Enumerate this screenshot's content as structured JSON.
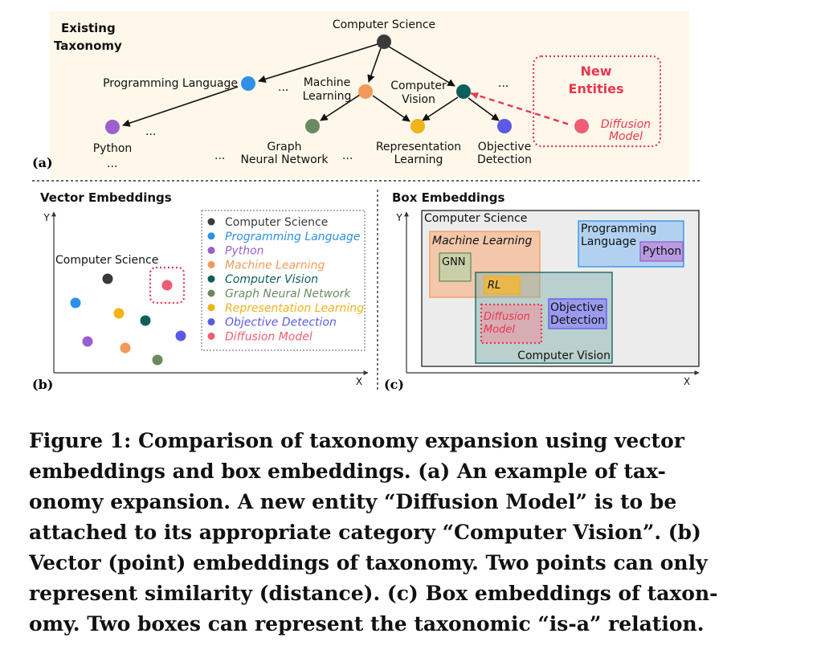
{
  "panel_a": {
    "letter": "(a)",
    "heading_line1": "Existing",
    "heading_line2": "Taxonomy",
    "new_entities_line1": "New",
    "new_entities_line2": "Entities",
    "ellipsis": "...",
    "nodes": {
      "cs": "Computer Science",
      "pl": "Programming Language",
      "ml_line1": "Machine",
      "ml_line2": "Learning",
      "cv_line1": "Computer",
      "cv_line2": "Vision",
      "python": "Python",
      "gnn_line1": "Graph",
      "gnn_line2": "Neural Network",
      "rl_line1": "Representation",
      "rl_line2": "Learning",
      "od_line1": "Objective",
      "od_line2": "Detection",
      "dm_line1": "Diffusion",
      "dm_line2": "Model"
    }
  },
  "panel_b": {
    "letter": "(b)",
    "title": "Vector Embeddings",
    "x_axis": "X",
    "y_axis": "Y",
    "point_label": "Computer Science",
    "legend": [
      {
        "label": "Computer Science",
        "color": "#3a3a3a"
      },
      {
        "label": "Programming Language",
        "color": "#2e8fe6"
      },
      {
        "label": "Python",
        "color": "#9b5fcf"
      },
      {
        "label": "Machine Learning",
        "color": "#f39a5a"
      },
      {
        "label": "Computer Vision",
        "color": "#0d5f5c"
      },
      {
        "label": "Graph Neural Network",
        "color": "#6a8a60"
      },
      {
        "label": "Representation Learning",
        "color": "#f0b318"
      },
      {
        "label": "Objective Detection",
        "color": "#5a5ae6"
      },
      {
        "label": "Diffusion Model",
        "color": "#ee5d73"
      }
    ]
  },
  "panel_c": {
    "letter": "(c)",
    "title": "Box Embeddings",
    "x_axis": "X",
    "y_axis": "Y",
    "boxes": {
      "cs": "Computer Science",
      "ml": "Machine Learning",
      "gnn": "GNN",
      "rl": "RL",
      "pl_line1": "Programming",
      "pl_line2": "Language",
      "python": "Python",
      "cv": "Computer Vision",
      "od_line1": "Objective",
      "od_line2": "Detection",
      "dm_line1": "Diffusion",
      "dm_line2": "Model"
    }
  },
  "colors": {
    "panel_a_bg": "#fdf8ea",
    "new_entity_red": "#e8364f"
  },
  "caption": {
    "lines": [
      "Figure 1: Comparison of taxonomy expansion using vector",
      "embeddings and box embeddings. (a) An example of tax-",
      "onomy expansion. A new entity “Diffusion Model” is to be",
      "attached to its appropriate category “Computer Vision”. (b)",
      "Vector (point) embeddings of taxonomy. Two points can only",
      "represent similarity (distance). (c) Box embeddings of taxon-",
      "omy. Two boxes can represent the taxonomic “is-a” relation."
    ]
  }
}
